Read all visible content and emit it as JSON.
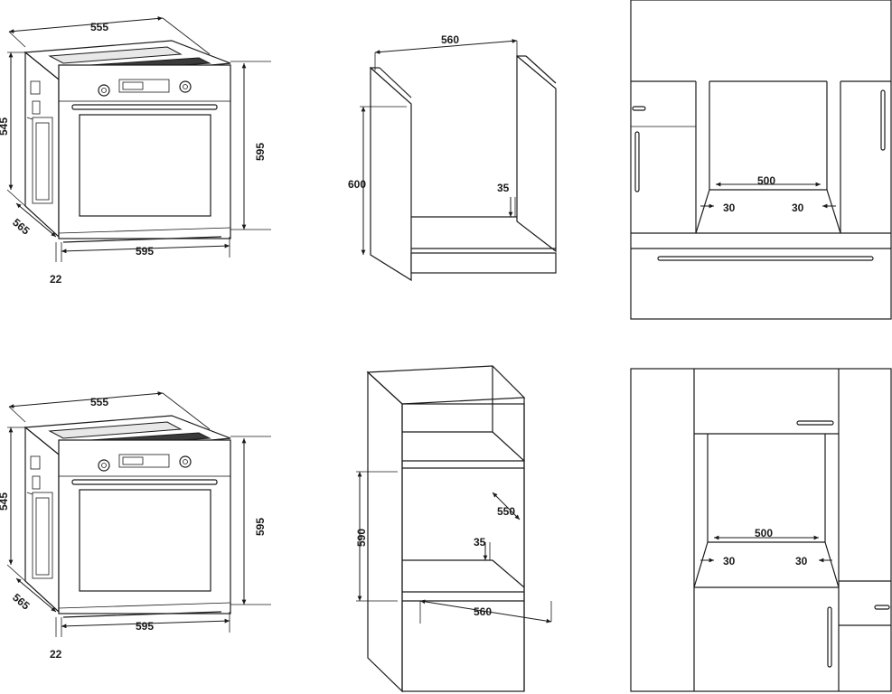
{
  "top_row": {
    "oven": {
      "width_top": "555",
      "height_side": "545",
      "height_front": "595",
      "depth": "565",
      "width_front": "595",
      "door": "22"
    },
    "cabinet": {
      "width": "560",
      "height": "600",
      "gap": "35"
    },
    "installed": {
      "width": "500",
      "left_gap": "30",
      "right_gap": "30"
    }
  },
  "bottom_row": {
    "oven": {
      "width_top": "555",
      "height_side": "545",
      "height_front": "595",
      "depth": "565",
      "width_front": "595",
      "door": "22"
    },
    "cabinet": {
      "height": "590",
      "depth": "550",
      "gap": "35",
      "width": "560"
    },
    "installed": {
      "width": "500",
      "left_gap": "30",
      "right_gap": "30"
    }
  }
}
